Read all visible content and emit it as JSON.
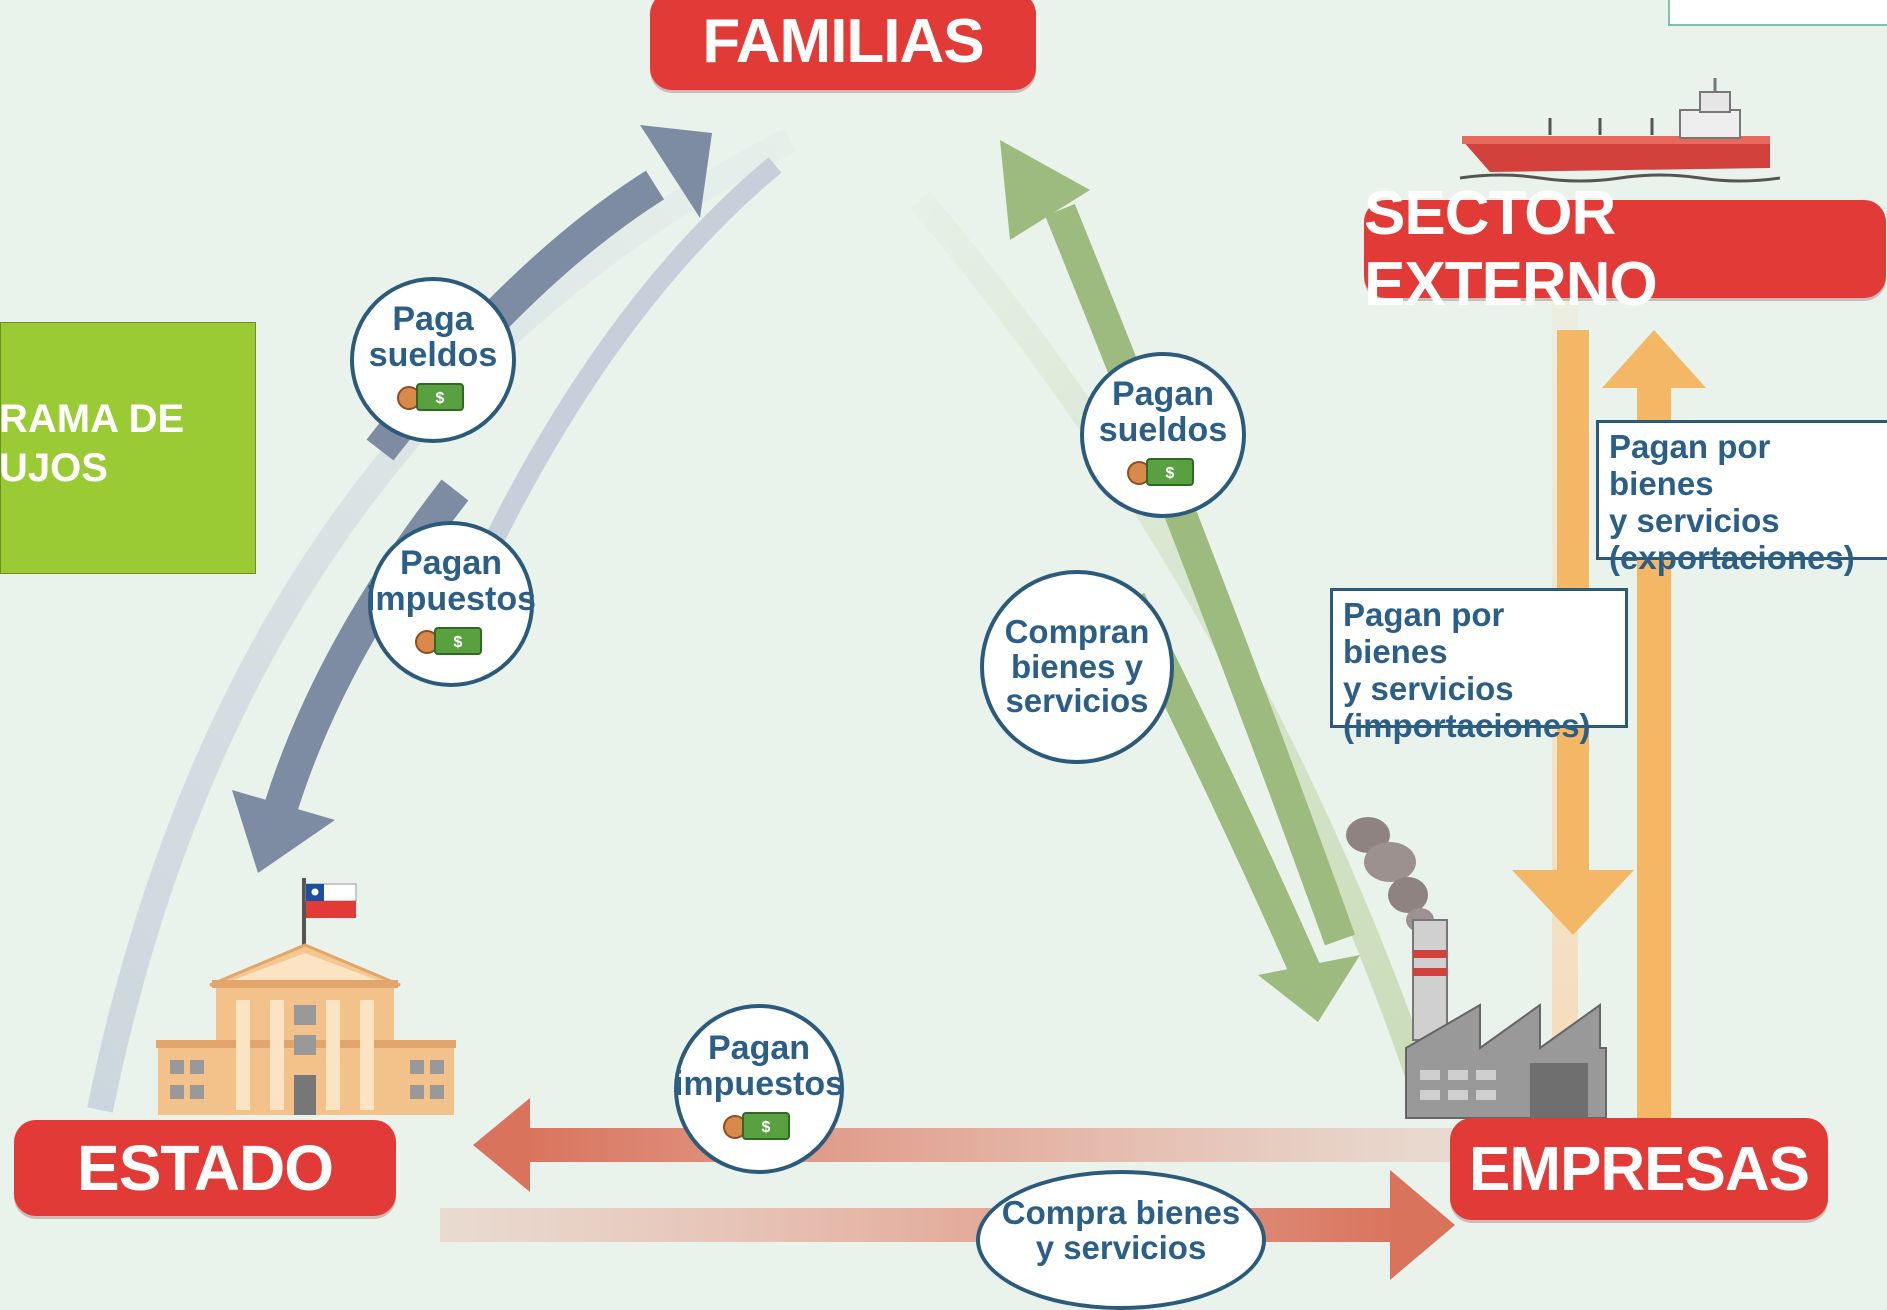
{
  "title_box": {
    "line1": "RAMA DE",
    "line2": "UJOS"
  },
  "nodes": {
    "familias": "FAMILIAS",
    "sector_externo": "SECTOR EXTERNO",
    "estado": "ESTADO",
    "empresas": "EMPRESAS"
  },
  "bubbles": {
    "estado_paga_sueldos": "Paga\nsueldos",
    "familias_pagan_impuestos": "Pagan\nimpuestos",
    "empresas_pagan_sueldos": "Pagan\nsueldos",
    "familias_compran": "Compran\nbienes y\nservicios",
    "empresas_pagan_impuestos": "Pagan\nimpuestos",
    "estado_compra": "Compra bienes\ny servicios"
  },
  "boxes": {
    "exportaciones": "Pagan por bienes\ny servicios\n(exportaciones)",
    "importaciones": "Pagan por bienes\ny servicios\n(importaciones)"
  },
  "money_symbol": "$",
  "colors": {
    "label_red": "#e23a36",
    "bubble_text": "#2b5f87",
    "arrow_blue": "#7d8ba3",
    "arrow_green": "#9dba7f",
    "arrow_orange": "#f3b766",
    "arrow_red": "#d9735c",
    "title_green": "#9acb34"
  },
  "icons": [
    "ship-icon",
    "government-building-icon",
    "chile-flag-icon",
    "factory-icon",
    "money-icon"
  ]
}
